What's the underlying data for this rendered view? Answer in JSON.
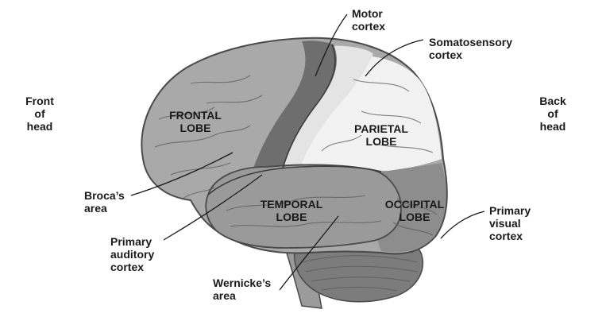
{
  "orientation": {
    "front": "Front\nof\nhead",
    "back": "Back\nof\nhead"
  },
  "lobes": {
    "frontal": "FRONTAL\nLOBE",
    "parietal": "PARIETAL\nLOBE",
    "temporal": "TEMPORAL\nLOBE",
    "occipital": "OCCIPITAL\nLOBE"
  },
  "areas": {
    "motor": "Motor\ncortex",
    "somatosensory": "Somatosensory\ncortex",
    "broca": "Broca’s\narea",
    "auditory": "Primary\nauditory\ncortex",
    "wernicke": "Wernicke’s\narea",
    "visual": "Primary\nvisual\ncortex"
  },
  "colors": {
    "outline": "#4a4a4a",
    "frontal": "#a9a9a9",
    "motor": "#6e6e6e",
    "somatosensory": "#e4e4e4",
    "parietal": "#f2f2f2",
    "temporal": "#9a9a9a",
    "occipital": "#8d8d8d",
    "cerebellum": "#7c7c7c",
    "stem": "#9b9b9b"
  }
}
